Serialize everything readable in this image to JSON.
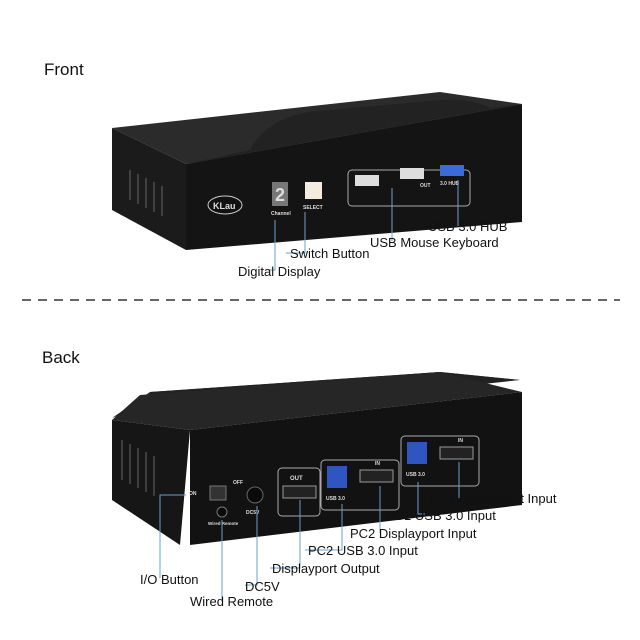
{
  "sections": {
    "front": "Front",
    "back": "Back"
  },
  "front_labels": {
    "usb_hub": "USB 3.0 HUB",
    "usb_mouse_keyboard": "USB Mouse Keyboard",
    "switch_button": "Switch Button",
    "digital_display": "Digital Display"
  },
  "front_device": {
    "logo": "KLau",
    "display_digit": "2",
    "channel": "Channel",
    "select": "SELECT",
    "hub": "3.0 HUB",
    "out": "OUT"
  },
  "back_labels": {
    "pc1_dp": "PC1 Displayport Input",
    "pc1_usb": "PC1 USB 3.0 Input",
    "pc2_dp": "PC2 Displayport Input",
    "pc2_usb": "PC2 USB 3.0 Input",
    "dp_out": "Displayport Output",
    "dc5v": "DC5V",
    "io_button": "I/O Button",
    "wired_remote": "Wired Remote"
  },
  "back_device": {
    "on": "ON",
    "off": "OFF",
    "dc5v": "DC5V",
    "wired_remote": "Wired Remote",
    "out": "OUT",
    "usb3": "USB 3.0",
    "in": "IN"
  },
  "colors": {
    "device": "#1a1a1a",
    "leader_line": "#6a9fd0"
  }
}
